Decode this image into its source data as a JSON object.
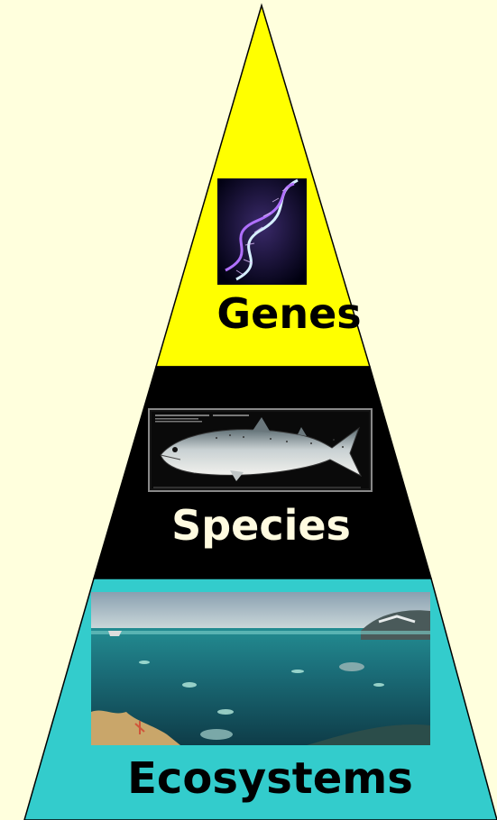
{
  "tiers": [
    {
      "id": "genes",
      "label": "Genes",
      "color": "#ffff00",
      "image": "dna-helix"
    },
    {
      "id": "species",
      "label": "Species",
      "color": "#000000",
      "image": "salmon-illustration"
    },
    {
      "id": "ecosystems",
      "label": "Ecosystems",
      "color": "#33cccc",
      "image": "underwater-marine-ecosystem"
    }
  ],
  "colors": {
    "background": "#ffffdd",
    "outline": "#000000"
  }
}
